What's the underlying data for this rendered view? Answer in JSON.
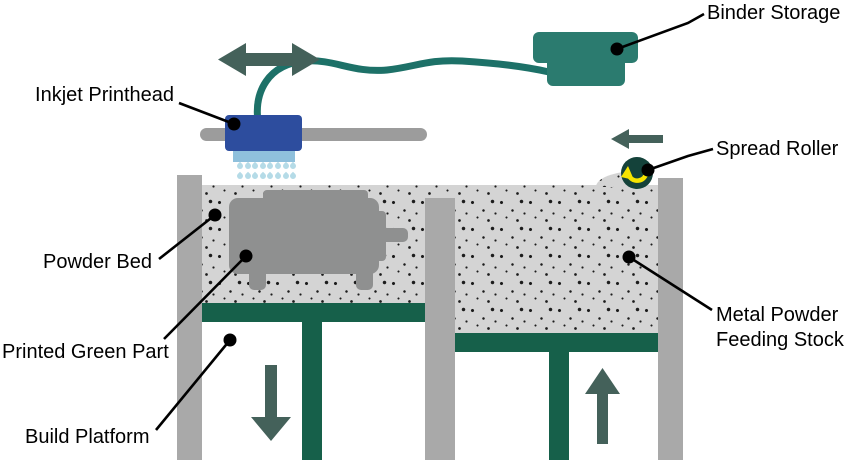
{
  "diagram": {
    "labels": {
      "binder_storage": "Binder Storage",
      "inkjet_printhead": "Inkjet Printhead",
      "spread_roller": "Spread Roller",
      "powder_bed": "Powder Bed",
      "printed_green_part": "Printed Green Part",
      "build_platform": "Build Platform",
      "metal_powder_line1": "Metal Powder",
      "metal_powder_line2": "Feeding Stock"
    },
    "icons": {
      "printhead_traverse_arrow": "horizontal double-headed arrow (printhead travel)",
      "roller_travel_arrow": "left arrow (spread roller travel)",
      "build_platform_arrow": "down arrow (build platform lowers)",
      "feed_platform_arrow": "up arrow (feed platform rises)",
      "roller_rotation_arrow": "yellow counter-clockwise rotation arrow",
      "binder_droplets": "inkjet binder droplet spray"
    },
    "colors": {
      "binder_tank_teal": "#2b7b6f",
      "tube_teal": "#1d7168",
      "printhead_blue": "#2d4d9e",
      "nozzle_plate_blue": "#8fc0dc",
      "droplet_blue": "#b5dbe7",
      "platform_green": "#16604a",
      "arrow_slate": "#44615a",
      "roller_dark": "#14423a",
      "roller_arrow_yellow": "#f6e400",
      "powder_gray": "#d4d4d4",
      "part_gray": "#8f9090",
      "wall_gray": "#a9a9a9",
      "rail_gray": "#9c9c9c",
      "text_black": "#000000"
    }
  }
}
